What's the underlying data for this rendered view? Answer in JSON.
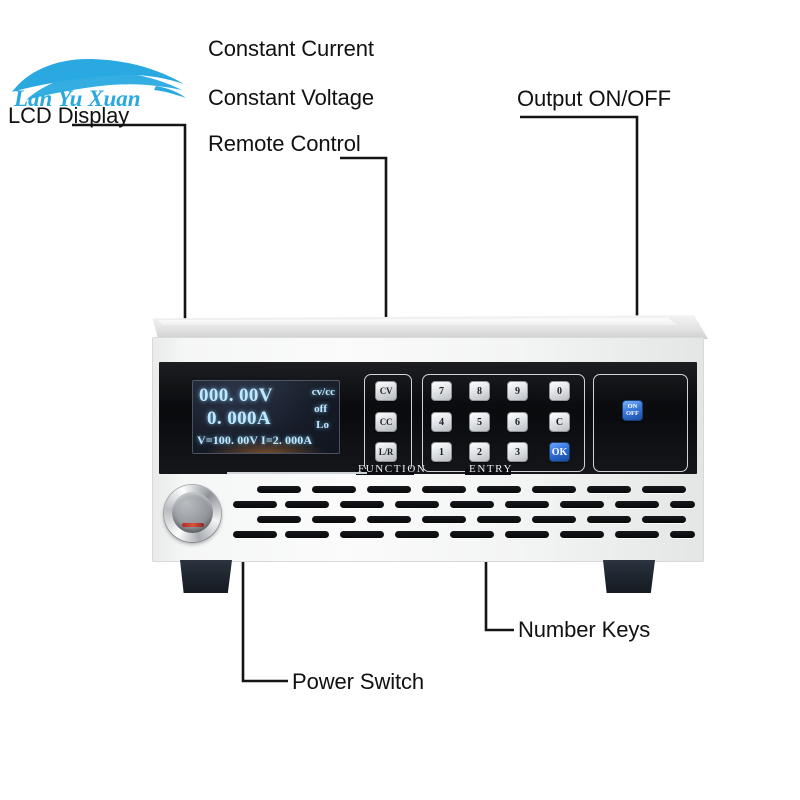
{
  "watermark": {
    "text": "Lan Yu Xuan",
    "color": "#29a9e0",
    "icon": "car-swoosh-logo"
  },
  "annotations": [
    {
      "id": "lcd",
      "label": "LCD Display",
      "name": "annotation-lcd-display"
    },
    {
      "id": "cc",
      "label": "Constant Current",
      "name": "annotation-constant-current"
    },
    {
      "id": "cv",
      "label": "Constant Voltage",
      "name": "annotation-constant-voltage"
    },
    {
      "id": "rc",
      "label": "Remote Control",
      "name": "annotation-remote-control"
    },
    {
      "id": "onoff",
      "label": "Output ON/OFF",
      "name": "annotation-output-on-off"
    },
    {
      "id": "numkeys",
      "label": "Number Keys",
      "name": "annotation-number-keys"
    },
    {
      "id": "power",
      "label": "Power Switch",
      "name": "annotation-power-switch"
    }
  ],
  "labels": {
    "lcd_display": "LCD Display",
    "constant_current": "Constant Current",
    "constant_voltage": "Constant Voltage",
    "remote_control": "Remote Control",
    "output_on_off": "Output ON/OFF",
    "number_keys": "Number Keys",
    "power_switch": "Power Switch"
  },
  "device": {
    "lcd": {
      "voltage_reading": "000. 00V",
      "current_reading": "0. 000A",
      "mode_indicator": "cv/cc",
      "output_state": "off",
      "range_indicator": "Lo",
      "setpoints": "V=100. 00V  I=2. 000A",
      "text_color": "#bfe8ff"
    },
    "silkscreen": {
      "function": "FUNCTION",
      "entry": "ENTRY"
    },
    "function_buttons": [
      {
        "label": "CV",
        "name": "function-button-cv"
      },
      {
        "label": "CC",
        "name": "function-button-cc"
      },
      {
        "label": "L/R",
        "name": "function-button-lr"
      }
    ],
    "keypad": {
      "rows": [
        [
          {
            "label": "7",
            "accent": false
          },
          {
            "label": "8",
            "accent": false
          },
          {
            "label": "9",
            "accent": false
          },
          {
            "label": "0",
            "accent": false
          }
        ],
        [
          {
            "label": "4",
            "accent": false
          },
          {
            "label": "5",
            "accent": false
          },
          {
            "label": "6",
            "accent": false
          },
          {
            "label": "C",
            "accent": false
          }
        ],
        [
          {
            "label": "1",
            "accent": false
          },
          {
            "label": "2",
            "accent": false
          },
          {
            "label": "3",
            "accent": false
          },
          {
            "label": "OK",
            "accent": true
          }
        ]
      ]
    },
    "output_button": {
      "line1": "ON",
      "line2": "OFF",
      "color": "#2f6fd8"
    },
    "power_switch": {
      "name": "power-switch-knob",
      "indicator_color": "#d8351f"
    },
    "vent_rows": 4,
    "feet": 2
  }
}
